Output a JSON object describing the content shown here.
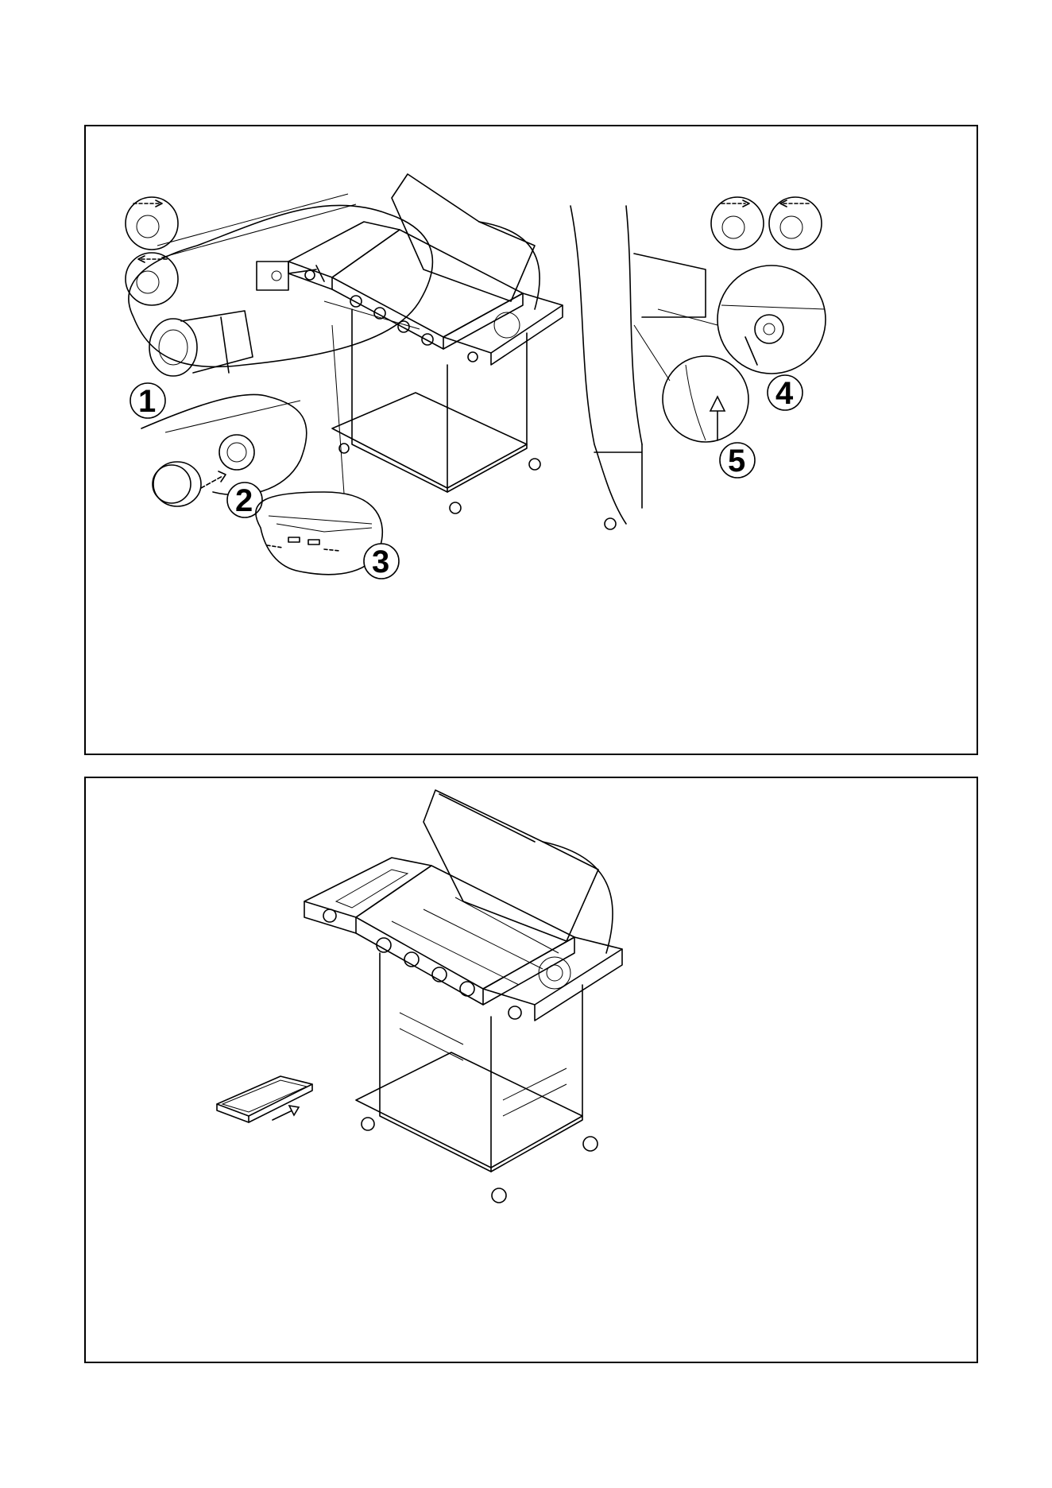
{
  "steps": [
    {
      "number": "1"
    },
    {
      "number": "2"
    },
    {
      "number": "3"
    },
    {
      "number": "4"
    },
    {
      "number": "5"
    }
  ],
  "icons": {
    "knob_turn": "rotation-arrow-icon",
    "insert_arrow": "arrow-icon"
  }
}
